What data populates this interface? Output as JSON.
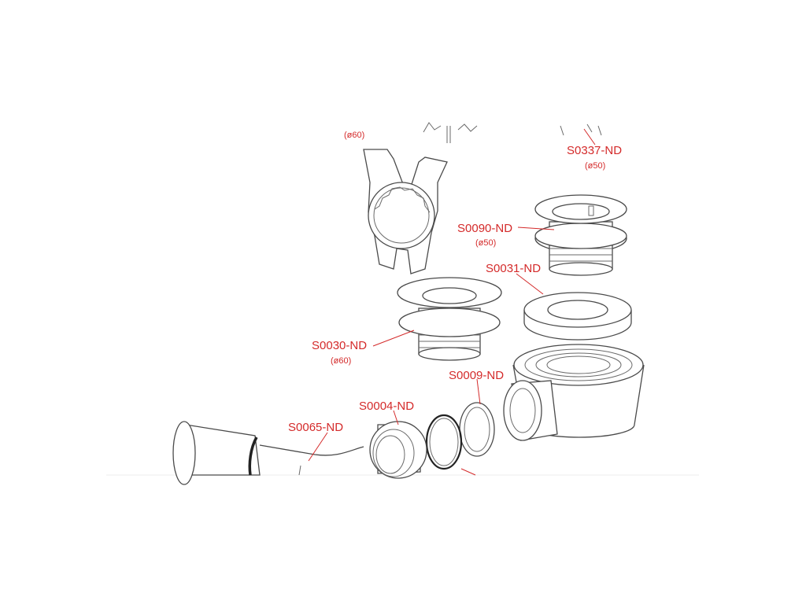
{
  "labels": {
    "s0337": {
      "code": "S0337-ND",
      "size": "(ø50)"
    },
    "s0090": {
      "code": "S0090-ND",
      "size": "(ø50)"
    },
    "s0031": {
      "code": "S0031-ND"
    },
    "s0030": {
      "code": "S0030-ND",
      "size": "(ø60)"
    },
    "s0009": {
      "code": "S0009-ND"
    },
    "s0004": {
      "code": "S0004-ND"
    },
    "s0065": {
      "code": "S0065-ND"
    },
    "wrench": {
      "size": "(ø60)"
    }
  },
  "colors": {
    "label": "#d42a2a",
    "outline": "#4a4a4a"
  }
}
